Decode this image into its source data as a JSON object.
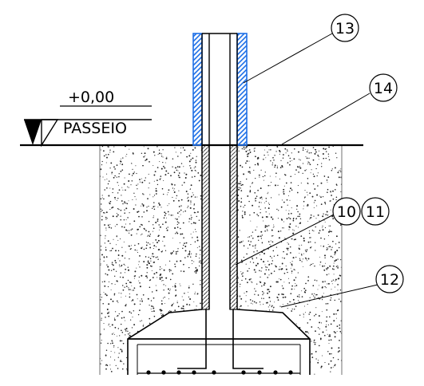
{
  "level": {
    "value": "+0,00",
    "name": "PASSEIO"
  },
  "callouts": [
    {
      "id": "c13",
      "label": "13"
    },
    {
      "id": "c14",
      "label": "14"
    },
    {
      "id": "c10",
      "label": "10"
    },
    {
      "id": "c11",
      "label": "11"
    },
    {
      "id": "c12",
      "label": "12"
    }
  ],
  "colors": {
    "tube_hatch": "#1e6fe6",
    "line": "#000000"
  }
}
